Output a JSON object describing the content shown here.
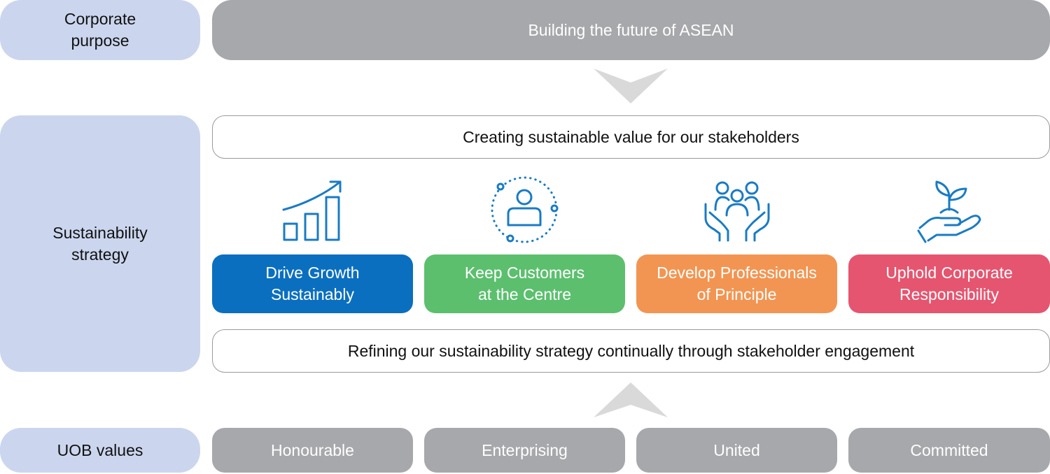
{
  "rows": {
    "purpose_label": "Corporate\npurpose",
    "strategy_label": "Sustainability\nstrategy",
    "values_label": "UOB values"
  },
  "purpose": {
    "text": "Building the future of ASEAN"
  },
  "strategy": {
    "top_text": "Creating sustainable value for our stakeholders",
    "bottom_text": "Refining our sustainability strategy continually through stakeholder engagement",
    "pillars": [
      {
        "label": "Drive Growth\nSustainably",
        "color": "#0b6fbf",
        "icon": "growth-chart-icon"
      },
      {
        "label": "Keep Customers\nat the Centre",
        "color": "#5cbf6e",
        "icon": "customer-centre-icon"
      },
      {
        "label": "Develop Professionals\nof Principle",
        "color": "#f29552",
        "icon": "people-care-icon"
      },
      {
        "label": "Uphold Corporate\nResponsibility",
        "color": "#e5556f",
        "icon": "plant-hand-icon"
      }
    ]
  },
  "values": [
    "Honourable",
    "Enterprising",
    "United",
    "Committed"
  ],
  "colors": {
    "label_bg": "#cbd6ee",
    "grey": "#a7a8ab",
    "arrow": "#d9d9d9",
    "icon": "#1a7bc4"
  }
}
